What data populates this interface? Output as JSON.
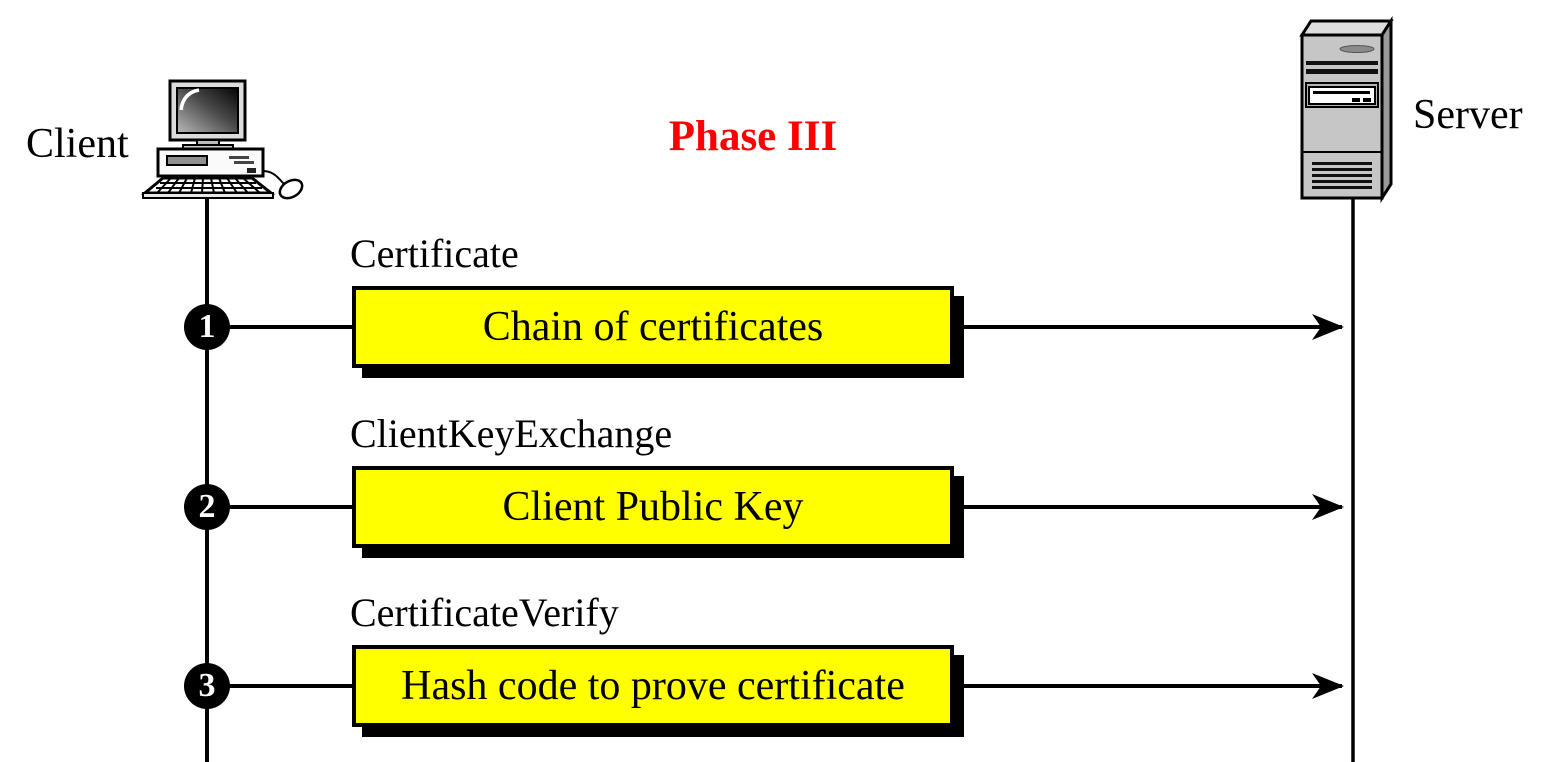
{
  "diagram": {
    "phase_label": "Phase III",
    "phase_color": "#FF0000",
    "client_label": "Client",
    "server_label": "Server",
    "box_fill": "#FFFF00",
    "box_border_color": "#000000",
    "line_color": "#000000",
    "icons": {
      "client": "desktop-computer-icon",
      "server": "server-tower-icon"
    },
    "messages": [
      {
        "number": "1",
        "label": "Certificate",
        "content": "Chain of certificates"
      },
      {
        "number": "2",
        "label": "ClientKeyExchange",
        "content": "Client Public Key"
      },
      {
        "number": "3",
        "label": "CertificateVerify",
        "content": "Hash code to prove certificate"
      }
    ]
  }
}
